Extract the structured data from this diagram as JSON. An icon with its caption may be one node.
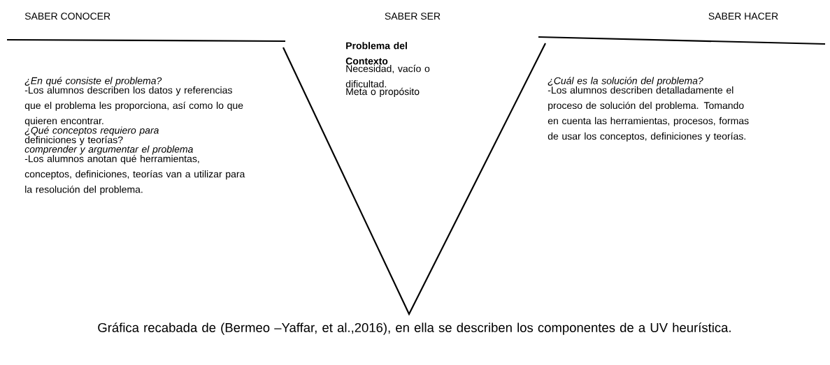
{
  "diagram": {
    "caption": "Gráfica recabada de (Bermeo –Yaffar, et al.,2016), en ella se describen los componentes de a UV heurística.",
    "labels": [
      "SABER CONOCER",
      "SABER SER",
      "SABER HACER",
      "¿En qué consiste el problema?",
      "-Los alumnos describen los datos y referencias que el problema les proporciona, así como lo que quieren encontrar.",
      "¿Qué conceptos requiero para",
      "definiciones y teorías?",
      "comprender y argumentar el problema",
      "-Los alumnos anotan qué herramientas, conceptos, definiciones, teorías van a utilizar para la resolución del problema.",
      "Problema del Contexto",
      "Necesidad, vacío o dificultad.",
      "Meta o propósito",
      "¿Cuál es la solución del problema?",
      "-Los alumnos describen detalladamente el proceso de solución del problema. Tomando en cuenta las herramientas, procesos, formas de usar los conceptos, definiciones y teorías."
    ]
  }
}
